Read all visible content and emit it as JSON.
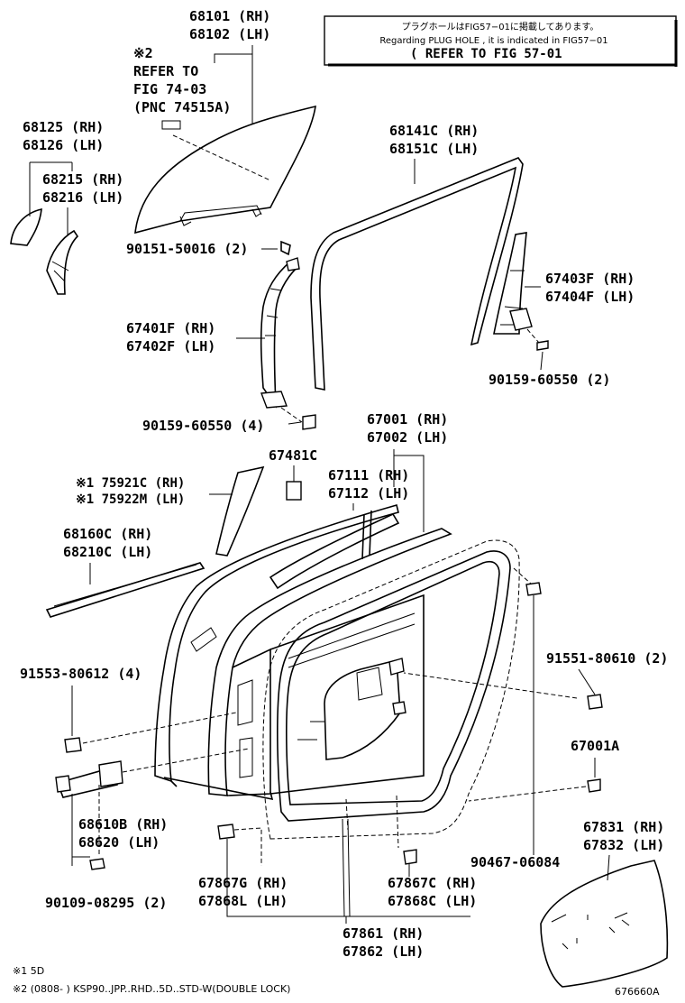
{
  "note_box": {
    "line_jp": "プラグホールはFIG57−01に掲載してあります。",
    "line_en": "Regarding PLUG HOLE , it is indicated in FIG57−01",
    "line_ref": "( REFER TO FIG 57-01"
  },
  "labels": {
    "l68101": "68101 (RH)",
    "l68102": "68102 (LH)",
    "star2": "※2",
    "refer_to": "REFER TO",
    "fig_7403": "FIG 74-03",
    "pnc": "(PNC 74515A)",
    "l68125": "68125 (RH)",
    "l68126": "68126 (LH)",
    "l68215": "68215 (RH)",
    "l68216": "68216 (LH)",
    "l90151": "90151-50016 (2)",
    "l68141": "68141C (RH)",
    "l68151": "68151C (LH)",
    "l67403": "67403F (RH)",
    "l67404": "67404F (LH)",
    "l67401": "67401F (RH)",
    "l67402": "67402F (LH)",
    "l90159a": "90159-60550 (2)",
    "l90159b": "90159-60550 (4)",
    "l67001": "67001 (RH)",
    "l67002": "67002 (LH)",
    "l67481": "67481C",
    "l75921": "※1 75921C (RH)",
    "l75922": "※1 75922M (LH)",
    "l67111": "67111 (RH)",
    "l67112": "67112 (LH)",
    "l68160": "68160C (RH)",
    "l68210": "68210C (LH)",
    "l91553": "91553-80612 (4)",
    "l91551": "91551-80610 (2)",
    "l67001a": "67001A",
    "l68610": "68610B (RH)",
    "l68620": "68620 (LH)",
    "l67831": "67831 (RH)",
    "l67832": "67832 (LH)",
    "l90467": "90467-06084",
    "l90109": "90109-08295 (2)",
    "l67867": "67867G (RH)",
    "l67868l": "67868L (LH)",
    "l67867c": "67867C (RH)",
    "l67868c": "67868C (LH)",
    "l67861": "67861 (RH)",
    "l67862": "67862 (LH)"
  },
  "footnotes": {
    "fn1": "※1 5D",
    "fn2": "※2 (0808-      ) KSP90..JPP..RHD..5D..STD-W(DOUBLE LOCK)"
  },
  "figure_id": "676660A"
}
